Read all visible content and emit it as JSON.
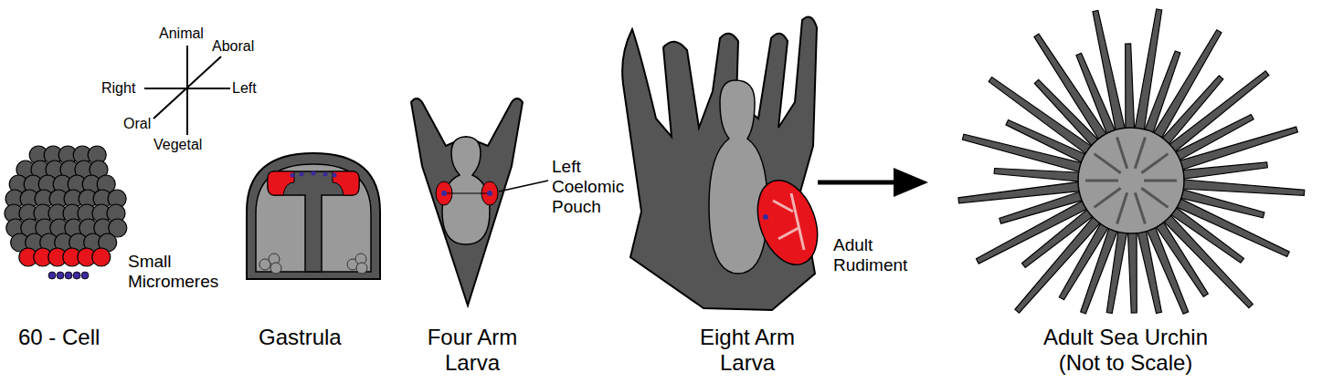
{
  "diagram": {
    "labels": [
      "Animal",
      "Aboral",
      "Right",
      "Left",
      "Oral",
      "Vegetal",
      "Small Micromeres",
      "60 - Cell",
      "Gastrula",
      "Four Arm Larva",
      "Left Coelomic Pouch",
      "Eight Arm Larva",
      "Adult Rudiment",
      "Adult Sea Urchin (Not to Scale)"
    ]
  }
}
